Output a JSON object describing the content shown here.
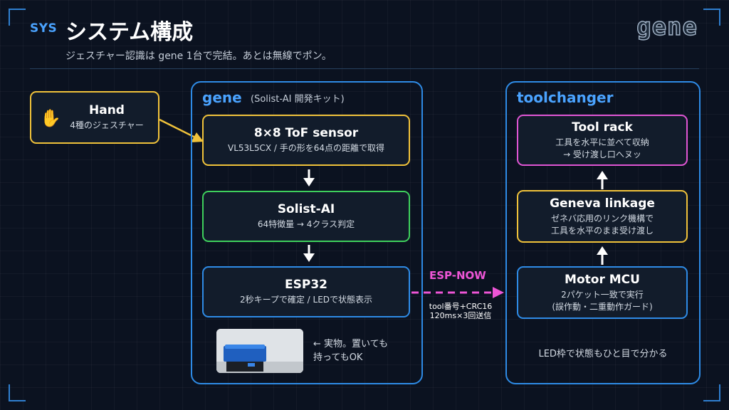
{
  "header": {
    "tag": "SYS",
    "title": "システム構成",
    "subtitle": "ジェスチャー認識は gene 1台で完結。あとは無線でポン。",
    "logo": "gene"
  },
  "hand": {
    "title": "Hand",
    "desc": "4種のジェスチャー",
    "icon": "hand-icon"
  },
  "gene": {
    "title": "gene",
    "subtitle": "(Solist-AI 開発キット)",
    "blocks": [
      {
        "title": "8×8 ToF sensor",
        "desc": "VL53L5CX / 手の形を64点の距離で取得"
      },
      {
        "title": "Solist-AI",
        "desc": "64特徴量 → 4クラス判定"
      },
      {
        "title": "ESP32",
        "desc": "2秒キープで確定 / LEDで状態表示"
      }
    ],
    "photo_note_1": "← 実物。置いても",
    "photo_note_2": "持ってもOK"
  },
  "link": {
    "label": "ESP-NOW",
    "note_1": "tool番号+CRC16",
    "note_2": "120ms×3回送信"
  },
  "toolchanger": {
    "title": "toolchanger",
    "blocks": [
      {
        "title": "Tool rack",
        "desc_1": "工具を水平に並べて収納",
        "desc_2": "→ 受け渡し口へヌッ"
      },
      {
        "title": "Geneva linkage",
        "desc_1": "ゼネバ応用のリンク機構で",
        "desc_2": "工具を水平のまま受け渡し"
      },
      {
        "title": "Motor MCU",
        "desc_1": "2パケット一致で実行",
        "desc_2": "(誤作動・二重動作ガード)"
      }
    ],
    "footer": "LED枠で状態もひと目で分かる"
  },
  "colors": {
    "accent": "#4aa3ff",
    "yellow": "#f0c23a",
    "green": "#3ecf5c",
    "pink": "#e055d4",
    "link": "#ee55d6"
  }
}
